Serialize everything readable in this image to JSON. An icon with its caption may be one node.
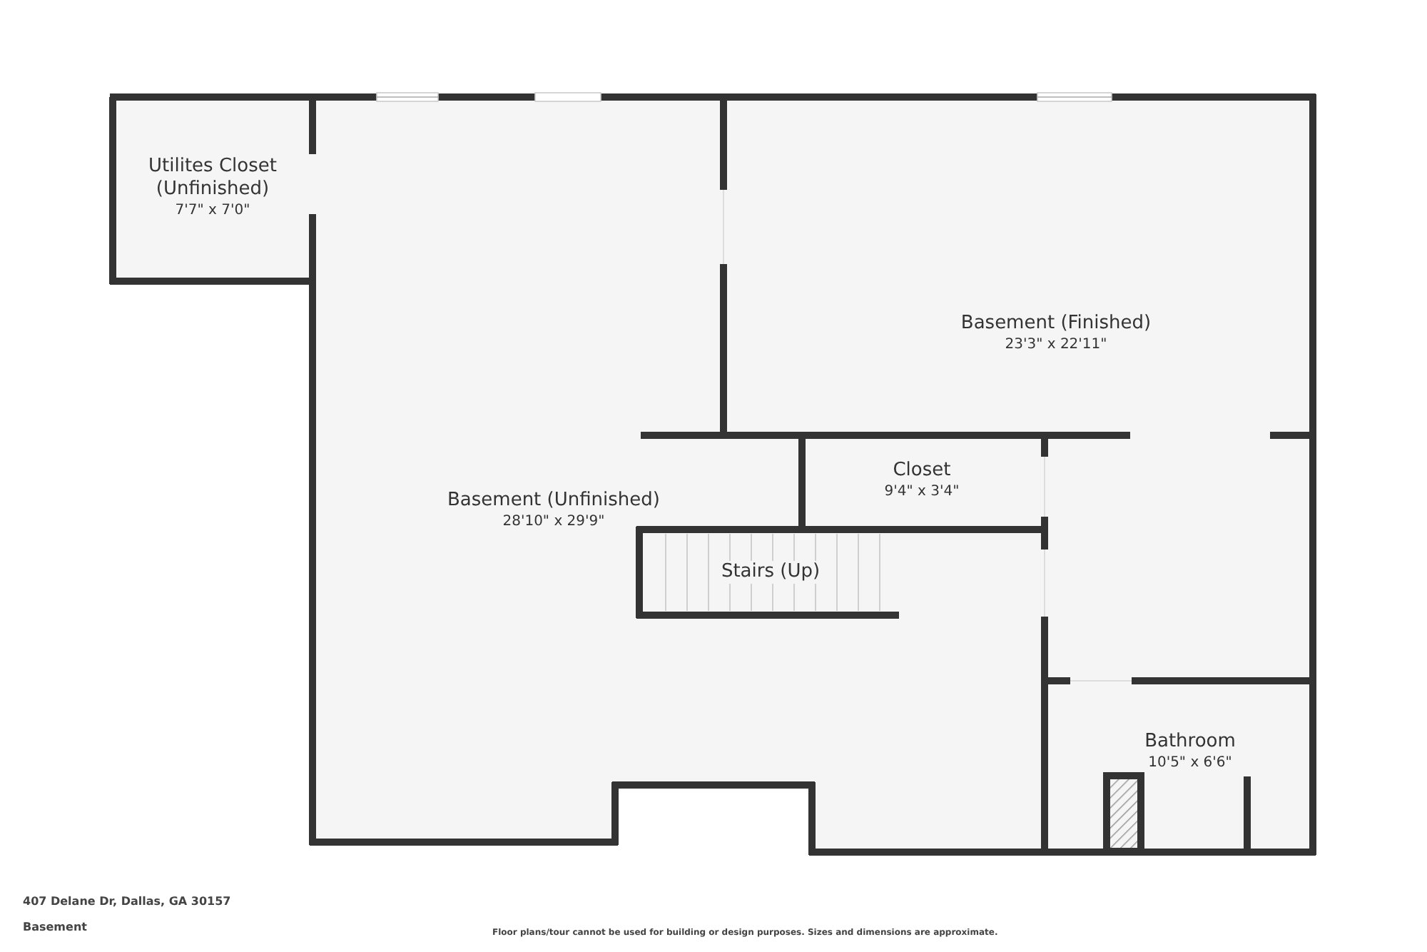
{
  "diagram": {
    "nodes": [
      {
        "text": [
          "Utilites Closet (Unfinished)",
          "7'7\" x 7'0\""
        ]
      },
      {
        "text": [
          "Basement (Finished)",
          "23'3\" x 22'11\""
        ]
      },
      {
        "text": [
          "Basement (Unfinished)",
          "28'10\" x 29'9\""
        ]
      },
      {
        "text": [
          "Closet",
          "9'4\" x 3'4\""
        ]
      },
      {
        "text": [
          "Stairs (Up)"
        ]
      },
      {
        "text": [
          "Bathroom",
          "10'5\" x 6'6\""
        ]
      }
    ],
    "labels": [
      "407 Delane Dr, Dallas, GA 30157",
      "Basement",
      "Floor plans/tour cannot be used for building or design purposes. Sizes and dimensions are approximate."
    ]
  }
}
